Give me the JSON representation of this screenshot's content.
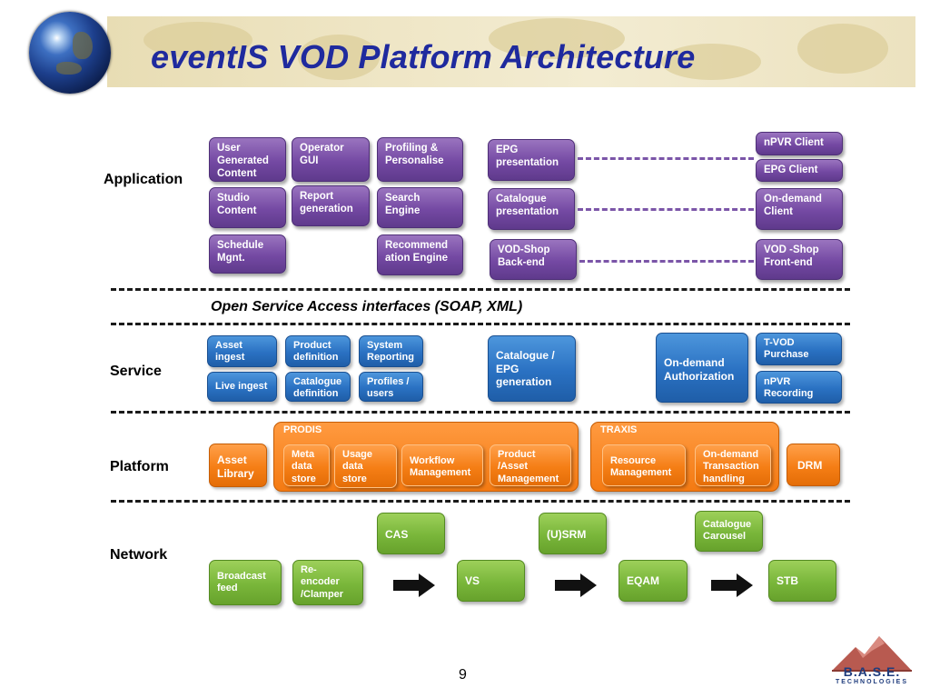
{
  "title": "eventIS VOD Platform Architecture",
  "page_number": "9",
  "layers": {
    "application": "Application",
    "service": "Service",
    "platform": "Platform",
    "network": "Network"
  },
  "interface_label": "Open Service Access interfaces (SOAP, XML)",
  "application": {
    "user_generated": [
      "User",
      "Generated",
      "Content"
    ],
    "operator_gui": [
      "Operator",
      "GUI"
    ],
    "profiling": [
      "Profiling &",
      "Personalise"
    ],
    "studio_content": [
      "Studio",
      "Content"
    ],
    "report_generation": [
      "Report",
      "generation"
    ],
    "search_engine": [
      "Search",
      "Engine"
    ],
    "schedule_mgnt": [
      "Schedule",
      "Mgnt."
    ],
    "recommendation": [
      "Recommend",
      "ation Engine"
    ],
    "epg_presentation": [
      "EPG",
      "presentation"
    ],
    "catalogue_presentation": [
      "Catalogue",
      "presentation"
    ],
    "vod_shop_backend": [
      "VOD-Shop",
      "Back-end"
    ],
    "npvr_client": [
      "nPVR  Client"
    ],
    "epg_client": [
      "EPG Client"
    ],
    "ondemand_client": [
      "On-demand",
      "Client"
    ],
    "vod_shop_frontend": [
      "VOD -Shop",
      "Front-end"
    ]
  },
  "service": {
    "asset_ingest": [
      "Asset",
      "ingest"
    ],
    "product_definition": [
      "Product",
      "definition"
    ],
    "system_reporting": [
      "System",
      "Reporting"
    ],
    "live_ingest": [
      "Live ingest"
    ],
    "catalogue_definition": [
      "Catalogue",
      "definition"
    ],
    "profiles_users": [
      "Profiles /",
      "users"
    ],
    "catalogue_epg_generation": [
      "Catalogue /",
      "EPG",
      "generation"
    ],
    "ondemand_authorization": [
      "On-demand",
      "Authorization"
    ],
    "tvod_purchase": [
      "T-VOD",
      "Purchase"
    ],
    "npvr_recording": [
      "nPVR",
      "Recording"
    ]
  },
  "platform": {
    "asset_library": [
      "Asset",
      "Library"
    ],
    "prodis_label": "PRODIS",
    "meta_data_store": [
      "Meta",
      "data",
      "store"
    ],
    "usage_data_store": [
      "Usage",
      "data",
      "store"
    ],
    "workflow_management": [
      "Workflow",
      "Management"
    ],
    "product_asset_management": [
      "Product",
      "/Asset",
      "Management"
    ],
    "traxis_label": "TRAXIS",
    "resource_management": [
      "Resource",
      "Management"
    ],
    "ondemand_transaction": [
      "On-demand",
      "Transaction",
      "handling"
    ],
    "drm": [
      "DRM"
    ]
  },
  "network": {
    "cas": [
      "CAS"
    ],
    "usrm": [
      "(U)SRM"
    ],
    "catalogue_carousel": [
      "Catalogue",
      "Carousel"
    ],
    "broadcast_feed": [
      "Broadcast",
      "feed"
    ],
    "reencoder": [
      "Re-",
      "encoder",
      "/Clamper"
    ],
    "vs": [
      "VS"
    ],
    "eqam": [
      "EQAM"
    ],
    "stb": [
      "STB"
    ]
  },
  "logo": {
    "name": "B.A.S.E.",
    "tagline": "TECHNOLOGIES"
  },
  "colors": {
    "application": "#7449a3",
    "service": "#2a71c2",
    "platform": "#f57e15",
    "network": "#79b63a",
    "title": "#1f2a9e"
  }
}
